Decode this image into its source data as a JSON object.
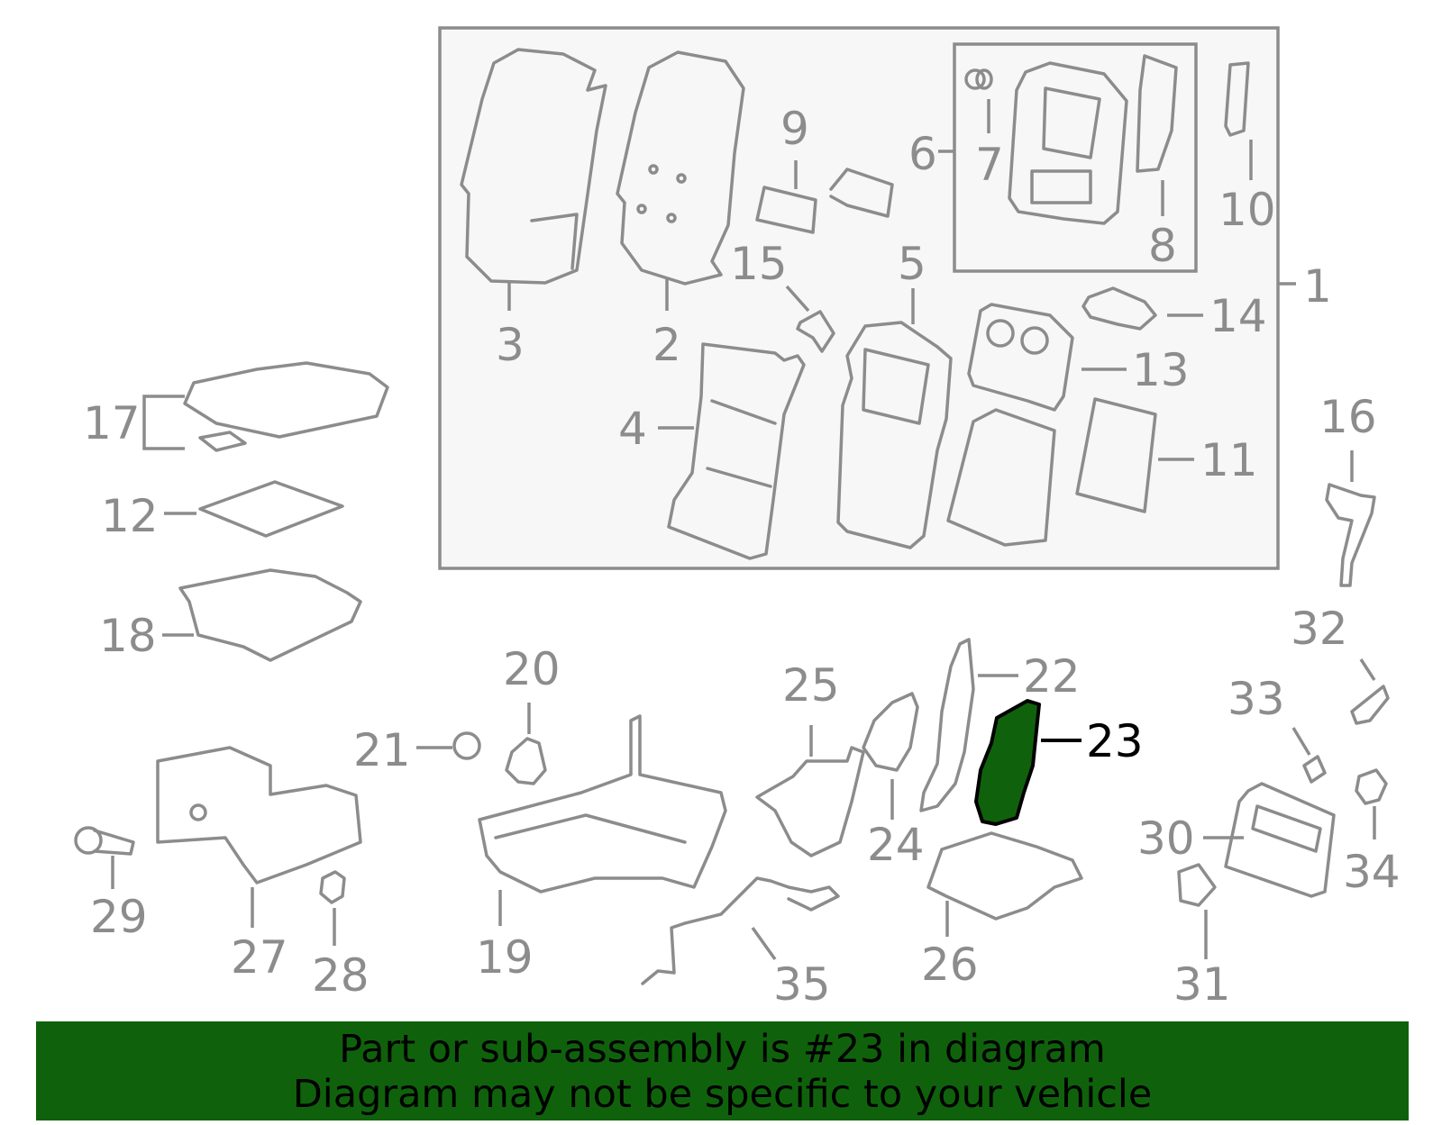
{
  "diagram": {
    "callouts": [
      {
        "id": "1",
        "label": "1"
      },
      {
        "id": "2",
        "label": "2"
      },
      {
        "id": "3",
        "label": "3"
      },
      {
        "id": "4",
        "label": "4"
      },
      {
        "id": "5",
        "label": "5"
      },
      {
        "id": "6",
        "label": "6"
      },
      {
        "id": "7",
        "label": "7"
      },
      {
        "id": "8",
        "label": "8"
      },
      {
        "id": "9",
        "label": "9"
      },
      {
        "id": "10",
        "label": "10"
      },
      {
        "id": "11",
        "label": "11"
      },
      {
        "id": "12",
        "label": "12"
      },
      {
        "id": "13",
        "label": "13"
      },
      {
        "id": "14",
        "label": "14"
      },
      {
        "id": "15",
        "label": "15"
      },
      {
        "id": "16",
        "label": "16"
      },
      {
        "id": "17",
        "label": "17"
      },
      {
        "id": "18",
        "label": "18"
      },
      {
        "id": "19",
        "label": "19"
      },
      {
        "id": "20",
        "label": "20"
      },
      {
        "id": "21",
        "label": "21"
      },
      {
        "id": "22",
        "label": "22"
      },
      {
        "id": "23",
        "label": "23"
      },
      {
        "id": "24",
        "label": "24"
      },
      {
        "id": "25",
        "label": "25"
      },
      {
        "id": "26",
        "label": "26"
      },
      {
        "id": "27",
        "label": "27"
      },
      {
        "id": "28",
        "label": "28"
      },
      {
        "id": "29",
        "label": "29"
      },
      {
        "id": "30",
        "label": "30"
      },
      {
        "id": "31",
        "label": "31"
      },
      {
        "id": "32",
        "label": "32"
      },
      {
        "id": "33",
        "label": "33"
      },
      {
        "id": "34",
        "label": "34"
      },
      {
        "id": "35",
        "label": "35"
      }
    ],
    "highlighted_part": "23",
    "colors": {
      "line_art": "#8c8c8c",
      "highlight_fill": "#0f620b",
      "banner_background": "#0f620b",
      "frame_fill": "#f7f7f7"
    }
  },
  "banner": {
    "line1": "Part or sub-assembly is #23 in diagram",
    "line2": "Diagram may not be specific to your vehicle"
  }
}
